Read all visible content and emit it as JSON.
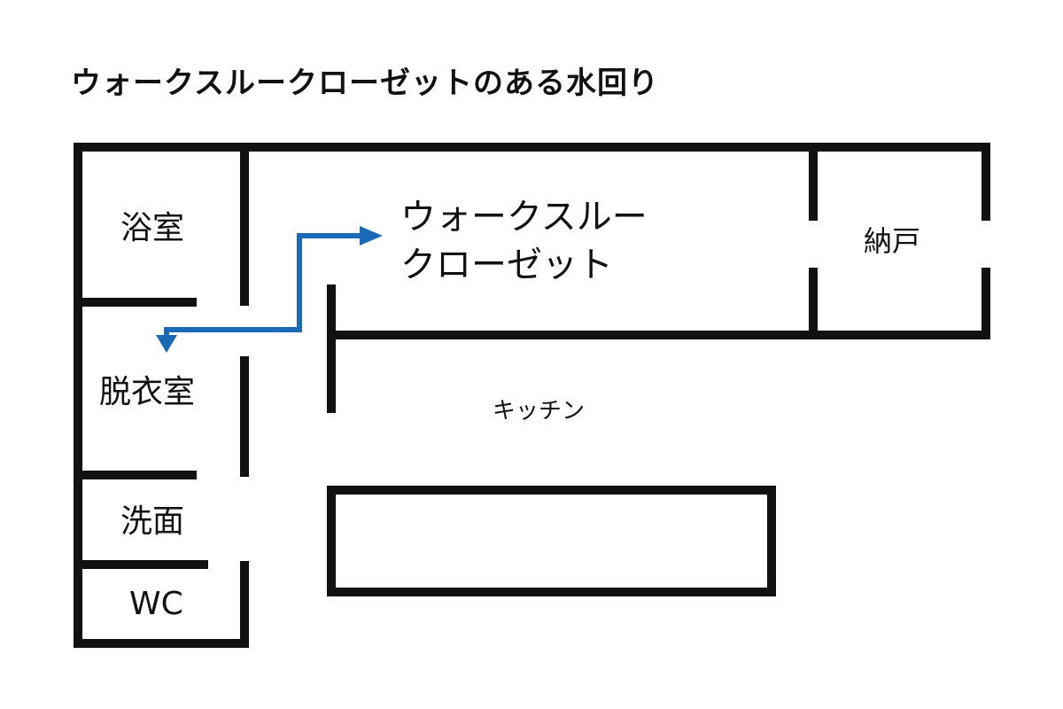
{
  "title": "ウォークスルークローゼットのある水回り",
  "rooms": {
    "bath": "浴室",
    "dressing": "脱衣室",
    "washroom": "洗面",
    "wc": "WC",
    "walkthrough_line1": "ウォークスルー",
    "walkthrough_line2": "クローゼット",
    "storage": "納戸",
    "kitchen": "キッチン"
  },
  "colors": {
    "wall": "#111111",
    "arrow": "#1a6ab8"
  }
}
